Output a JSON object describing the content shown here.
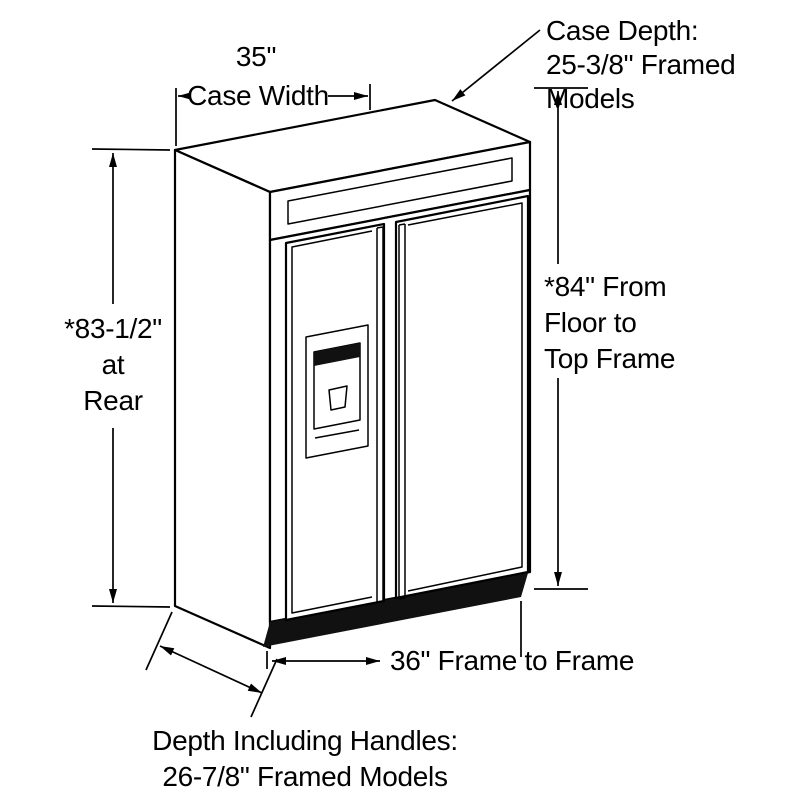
{
  "figure": {
    "name": "built-in side-by-side refrigerator isometric spec drawing"
  },
  "colors": {
    "background": "#ffffff",
    "line": "#000000",
    "base_fill": "#000000"
  },
  "annotations": {
    "case_width": {
      "value": "35\"",
      "label": "Case Width"
    },
    "case_depth": {
      "lines": [
        "Case Depth:",
        "25-3/8\" Framed",
        "Models"
      ]
    },
    "height_front": {
      "lines": [
        "*84\" From",
        "Floor to",
        "Top Frame"
      ]
    },
    "height_rear": {
      "lines": [
        "*83-1/2\"",
        "at",
        "Rear"
      ]
    },
    "frame_to_frame": {
      "label": "36\" Frame to Frame"
    },
    "depth_including_handles": {
      "lines": [
        "Depth Including Handles:",
        "26-7/8\" Framed Models"
      ]
    }
  }
}
